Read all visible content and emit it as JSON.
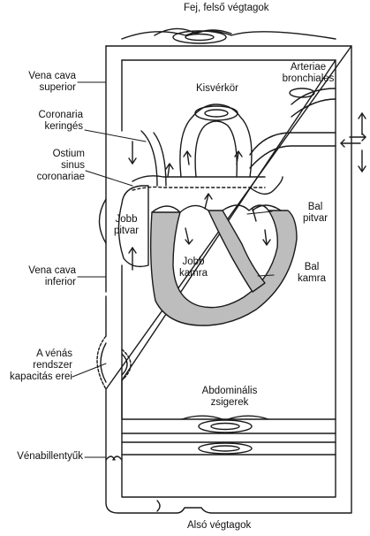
{
  "labels": {
    "top": "Fej, felső végtagok",
    "bottom": "Alsó végtagok",
    "vena_cava_superior": [
      "Vena cava",
      "superior"
    ],
    "kisverkor": "Kisvérkör",
    "arteriae_bronchiales": [
      "Arteriae",
      "bronchiales"
    ],
    "coronaria": [
      "Coronaria",
      "keringés"
    ],
    "ostium": [
      "Ostium",
      "sinus",
      "coronariae"
    ],
    "jobb_pitvar": [
      "Jobb",
      "pitvar"
    ],
    "bal_pitvar": [
      "Bal",
      "pitvar"
    ],
    "jobb_kamra": [
      "Jobb",
      "kamra"
    ],
    "bal_kamra": [
      "Bal",
      "kamra"
    ],
    "vena_cava_inferior": [
      "Vena cava",
      "inferior"
    ],
    "venas_rendszer": [
      "A vénás",
      "rendszer",
      "kapacitás erei"
    ],
    "abdominalis": [
      "Abdominális",
      "zsigerek"
    ],
    "venabillentyuk": "Vénabillentyűk"
  },
  "colors": {
    "line": "#1a1a1a",
    "myocardium_fill": "#bdbdbd",
    "background": "#ffffff"
  }
}
